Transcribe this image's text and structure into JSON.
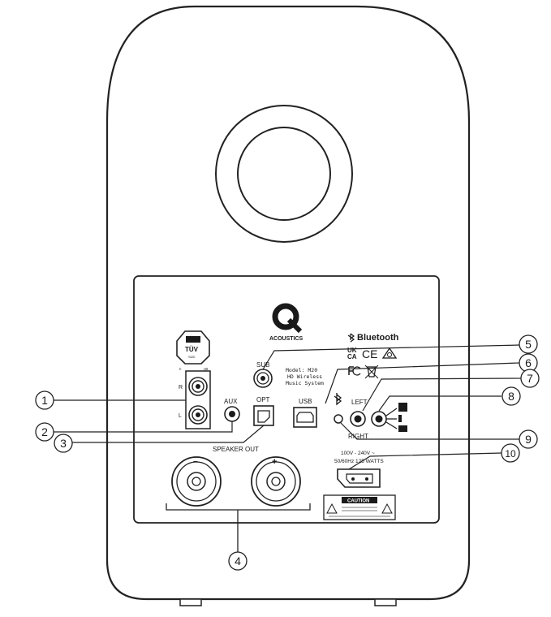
{
  "brand": {
    "logo_letter": "Q",
    "name": "ACOUSTICS",
    "model_line1": "Model: M20",
    "model_line2": "HD Wireless",
    "model_line3": "Music System"
  },
  "cert": {
    "tuv": "TÜV",
    "suffix": "SÜD",
    "left": "c",
    "right": "us",
    "bluetooth": "Bluetooth",
    "ukca_top": "UK",
    "ukca_bottom": "CA",
    "ce": "CE"
  },
  "panel_labels": {
    "r": "R",
    "l": "L",
    "aux": "AUX",
    "sub": "SUB",
    "opt": "OPT",
    "usb": "USB",
    "left": "LEFT",
    "right": "RIGHT",
    "speaker_out": "SPEAKER OUT",
    "minus": "−",
    "plus": "+",
    "power_line1": "100V - 240V ~",
    "power_line2": "50/60Hz 125 WATTS",
    "caution": "CAUTION"
  },
  "callouts": [
    "1",
    "2",
    "3",
    "4",
    "5",
    "6",
    "7",
    "8",
    "9",
    "10"
  ]
}
